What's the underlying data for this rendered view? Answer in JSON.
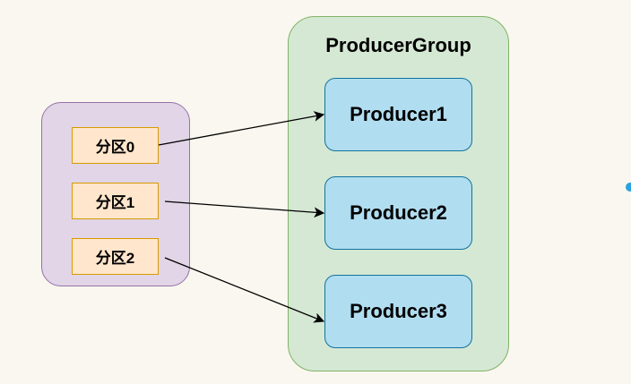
{
  "group": {
    "title": "ProducerGroup",
    "producers": [
      "Producer1",
      "Producer2",
      "Producer3"
    ]
  },
  "partitions": [
    "分区0",
    "分区1",
    "分区2"
  ],
  "colors": {
    "background": "#f9f7ef",
    "group_fill": "#d5e8d4",
    "group_stroke": "#82b366",
    "producer_fill": "#b1ddf0",
    "producer_stroke": "#10739e",
    "partition_container_fill": "#e1d5e7",
    "partition_container_stroke": "#9673a6",
    "partition_fill": "#ffe6cc",
    "partition_stroke": "#d79b00"
  }
}
